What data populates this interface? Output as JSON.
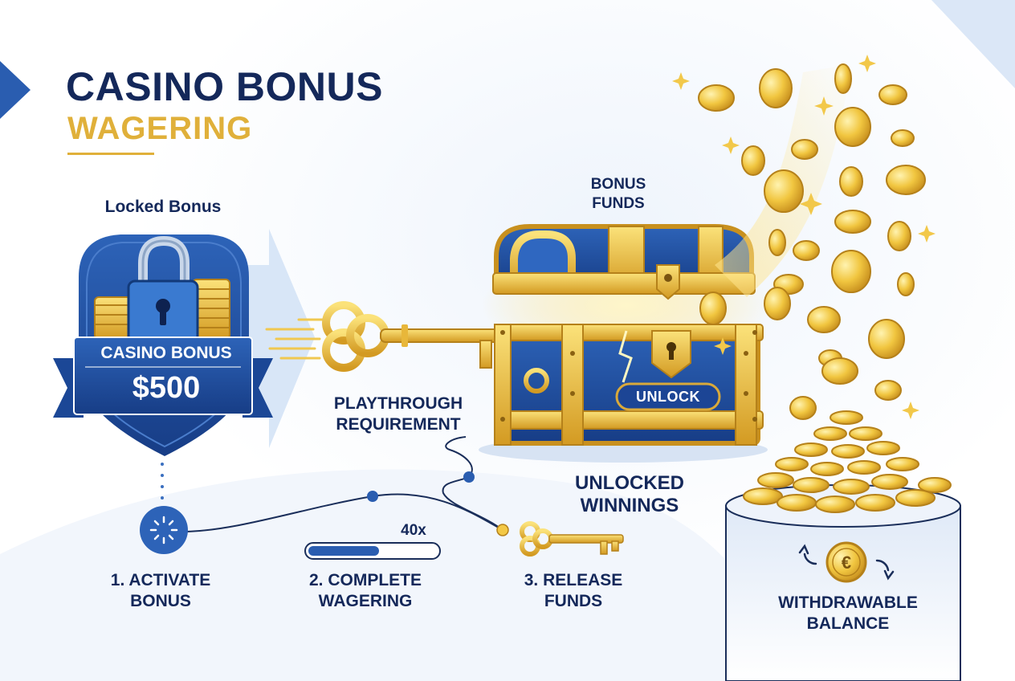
{
  "title": {
    "line1": "CASINO BONUS",
    "line2": "WAGERING"
  },
  "locked_bonus": {
    "label": "Locked Bonus",
    "banner_line1": "CASINO BONUS",
    "banner_line2": "$500"
  },
  "chest": {
    "label": "BONUS\nFUNDS",
    "unlock_label": "UNLOCK"
  },
  "playthrough_label": "PLAYTHROUGH\nREQUIREMENT",
  "unlocked_label": "UNLOCKED\nWINNINGS",
  "steps": [
    {
      "label": "1. ACTIVATE\nBONUS"
    },
    {
      "label": "2. COMPLETE\nWAGERING",
      "multiplier": "40x",
      "progress": 0.55
    },
    {
      "label": "3. RELEASE\nFUNDS"
    }
  ],
  "withdrawable_label": "WITHDRAWABLE\nBALANCE",
  "currency_icon": "euro-coin-icon",
  "colors": {
    "navy": "#14285a",
    "blue": "#2a5db0",
    "gold": "#e0b03a",
    "gold_light": "#f6d66b",
    "light_blue": "#cfe0f5"
  }
}
